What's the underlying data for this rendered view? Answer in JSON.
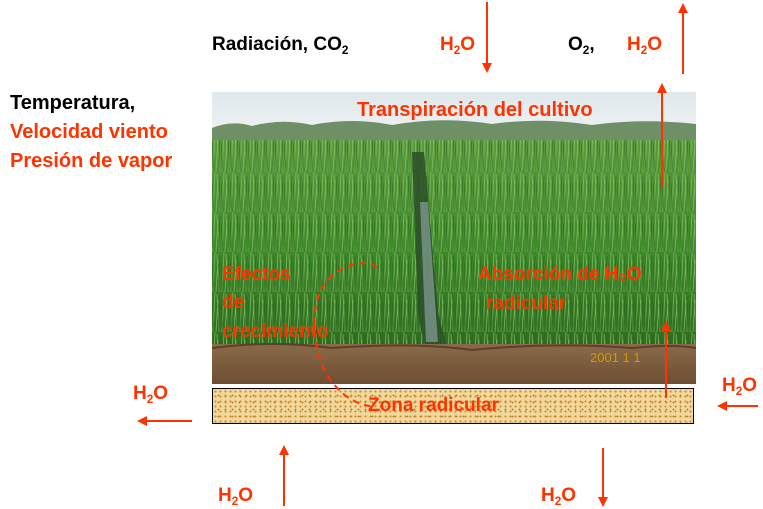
{
  "top_labels": {
    "radiation": "Radiación, CO",
    "radiation_sub": "2",
    "h2o_in_main": "H",
    "h2o_in_sub": "2",
    "h2o_in_tail": "O",
    "o2_main": "O",
    "o2_sub": "2",
    "o2_comma": ",",
    "h2o_out_main": "H",
    "h2o_out_sub": "2",
    "h2o_out_tail": "O"
  },
  "left_labels": {
    "temperature": "Temperatura,",
    "wind": "Velocidad viento",
    "vapor": "Presión de vapor"
  },
  "scene_labels": {
    "transpiration": "Transpiración del cultivo",
    "growth_1": "Efectos",
    "growth_2": "de",
    "growth_3": "crecimiento",
    "absorption_1": "Absorción de H₂O",
    "absorption_2": "radicular",
    "photo_date": "2001 1 1"
  },
  "root_zone": {
    "label": "Zona radicular"
  },
  "flows": {
    "left_main": "H",
    "left_sub": "2",
    "left_tail": "O",
    "right_main": "H",
    "right_sub": "2",
    "right_tail": "O",
    "bottom_left_main": "H",
    "bottom_left_sub": "2",
    "bottom_left_tail": "O",
    "bottom_right_main": "H",
    "bottom_right_sub": "2",
    "bottom_right_tail": "O"
  },
  "colors": {
    "accent": "#ff3300",
    "text": "#000000",
    "soil": "#f2d89a",
    "rice_green": "#3f8a2a",
    "sky": "#e8eef2",
    "ground": "#7a5a3a"
  }
}
